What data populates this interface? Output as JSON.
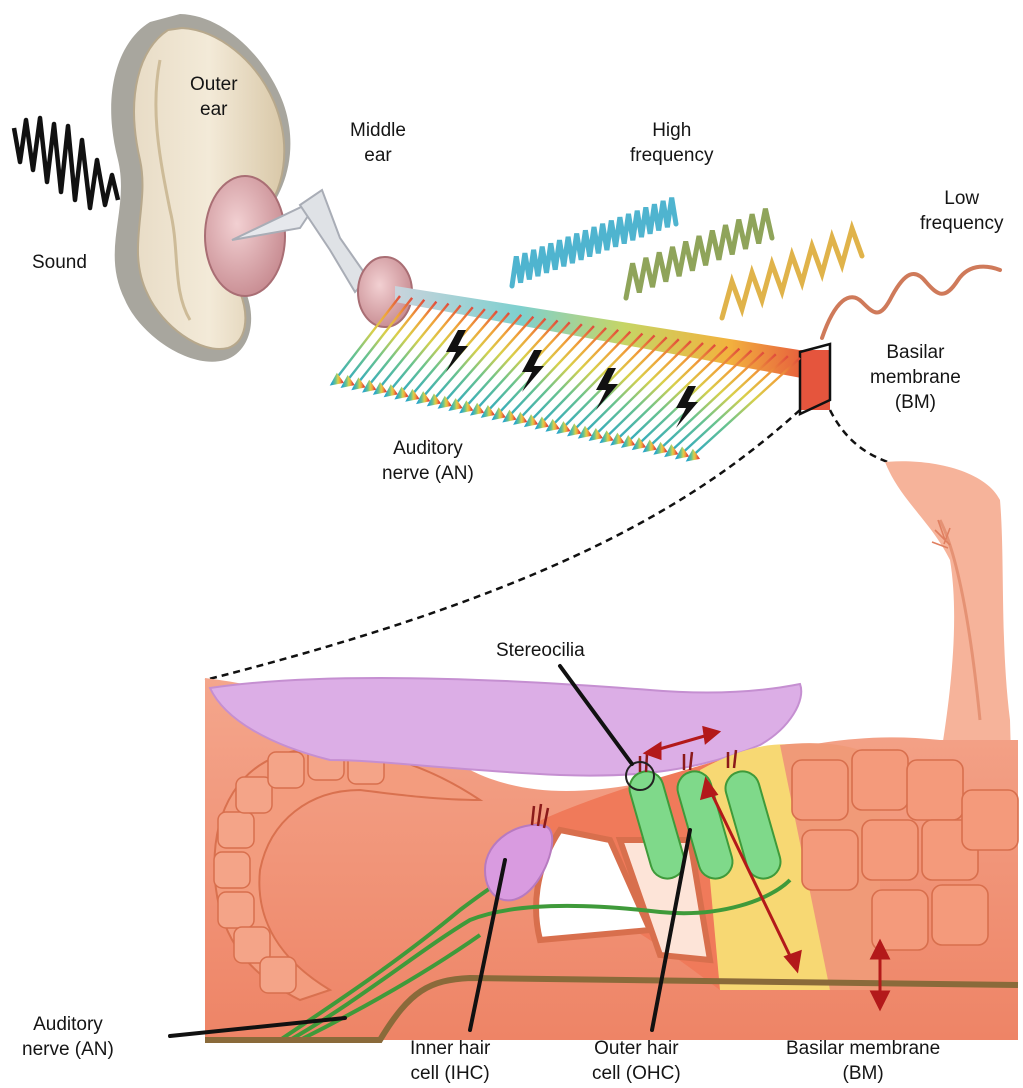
{
  "labels": {
    "outer_ear": [
      "Outer",
      "ear"
    ],
    "sound": "Sound",
    "middle_ear": [
      "Middle",
      "ear"
    ],
    "high_frequency": [
      "High",
      "frequency"
    ],
    "low_frequency": [
      "Low",
      "frequency"
    ],
    "basilar_membrane_top": [
      "Basilar",
      "membrane",
      "(BM)"
    ],
    "auditory_nerve_top": [
      "Auditory",
      "nerve (AN)"
    ],
    "stereocilia": "Stereocilia",
    "auditory_nerve_bottom": [
      "Auditory",
      "nerve (AN)"
    ],
    "inner_hair_cell": [
      "Inner hair",
      "cell (IHC)"
    ],
    "outer_hair_cell": [
      "Outer hair",
      "cell (OHC)"
    ],
    "basilar_membrane_bottom": [
      "Basilar membrane",
      "(BM)"
    ]
  },
  "colors": {
    "tissue": "#f08b6c",
    "tissue_light": "#f6b39a",
    "tectorial": "#dcaee6",
    "ihc": "#d99be0",
    "ohc": "#7fd98a",
    "support_yellow": "#f7d873",
    "nerve_green": "#3f9a3a",
    "wave_high": "#4fb4cf",
    "wave_mid": "#8fa45a",
    "wave_low": "#e0b34a",
    "wave_lowest": "#cf7a5a",
    "arrow_red": "#b3191a"
  }
}
